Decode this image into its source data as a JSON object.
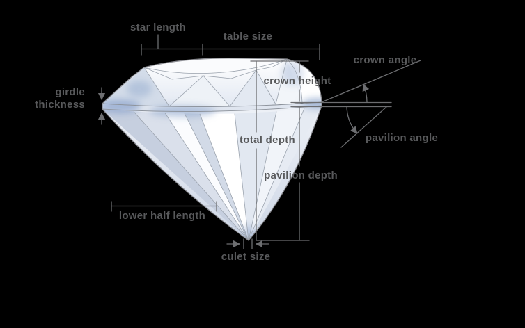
{
  "title": "diamond proportion diagram",
  "colors": {
    "background": "#000000",
    "label_text": "#58595b",
    "dimension_line": "#6d6e71",
    "diamond_outline": "#8b8c92",
    "diamond_blue": "#8fa6cd"
  },
  "labels": {
    "star_length": "star length",
    "table_size": "table size",
    "crown_angle": "crown angle",
    "crown_height": "crown height",
    "girdle_line1": "girdle",
    "girdle_line2": "thickness",
    "total_depth": "total depth",
    "pavilion_depth": "pavilion depth",
    "pavilion_angle": "pavilion angle",
    "lower_half_length": "lower half length",
    "culet_size": "culet size"
  }
}
